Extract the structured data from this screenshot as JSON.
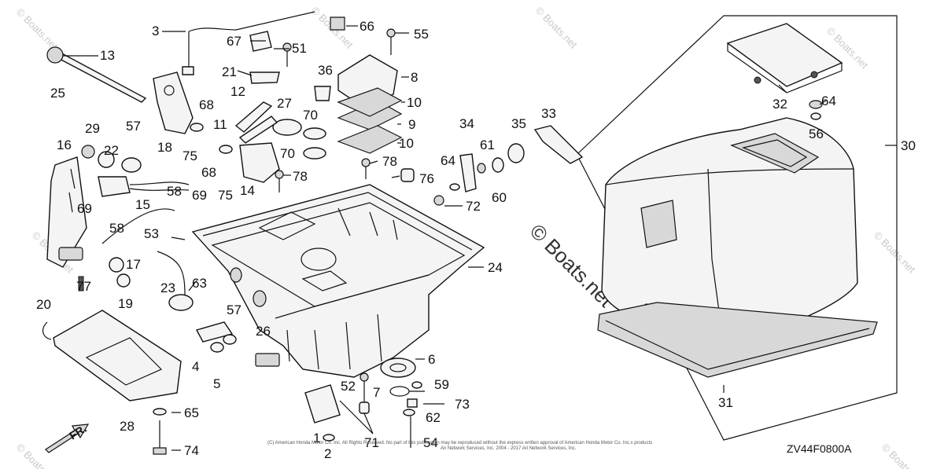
{
  "diagram": {
    "code": "ZV44F0800A",
    "front_label": "FR.",
    "watermark_center": "© Boats.net",
    "watermark_small": "© Boats.net",
    "copyright_line_1": "(C) American Honda Motor Co. Inc. All Rights Reserved. No part of this publication may be reproduced without the express written approval of American Honda Motor Co. Inc.s products",
    "copyright_line_2": "Ari Network Services, Inc. 2004 - 2017 Ari Network Services, Inc.",
    "callouts": [
      "1",
      "2",
      "3",
      "4",
      "5",
      "6",
      "7",
      "8",
      "9",
      "10",
      "10",
      "11",
      "12",
      "13",
      "14",
      "15",
      "16",
      "17",
      "18",
      "19",
      "20",
      "21",
      "22",
      "23",
      "24",
      "25",
      "26",
      "27",
      "28",
      "29",
      "30",
      "31",
      "32",
      "33",
      "34",
      "35",
      "36",
      "51",
      "52",
      "53",
      "54",
      "55",
      "56",
      "57",
      "57",
      "58",
      "58",
      "59",
      "60",
      "61",
      "62",
      "63",
      "64",
      "64",
      "65",
      "66",
      "67",
      "68",
      "68",
      "69",
      "69",
      "70",
      "70",
      "71",
      "72",
      "73",
      "74",
      "75",
      "75",
      "76",
      "77",
      "78",
      "78"
    ]
  },
  "colors": {
    "line": "#111111",
    "part_fill": "#f4f4f4",
    "rim_fill": "#d8d8d8",
    "watermark": "#c9c9c9"
  }
}
